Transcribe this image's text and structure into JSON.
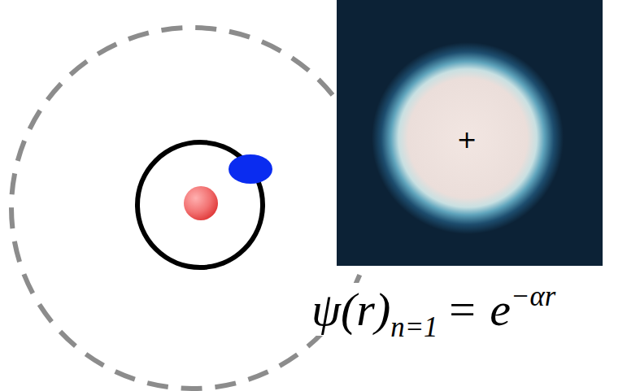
{
  "diagram": {
    "labels": [
      "+",
      "ψ(r)",
      "n=1",
      "= e",
      "−αr"
    ]
  }
}
